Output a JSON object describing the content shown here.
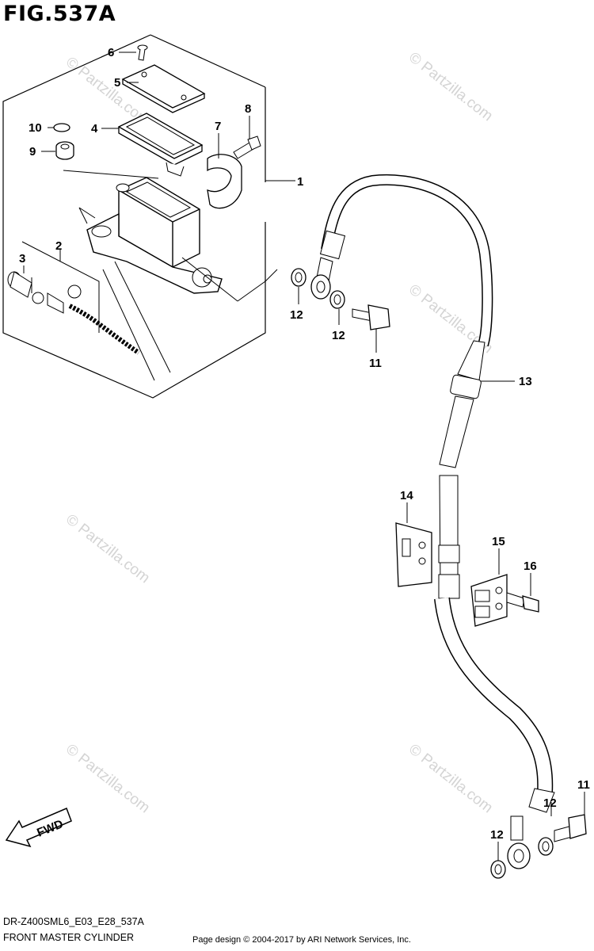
{
  "figure_title": "FIG.537A",
  "part_labels": [
    "1",
    "2",
    "3",
    "4",
    "5",
    "6",
    "7",
    "8",
    "9",
    "10",
    "11",
    "12",
    "12",
    "11",
    "13",
    "14",
    "15",
    "16",
    "11",
    "12",
    "12"
  ],
  "fwd_label": "FWD",
  "watermark": "© Partzilla.com",
  "model_code": "DR-Z400SML6_E03_E28_537A",
  "caption": "FRONT MASTER CYLINDER",
  "footer": "Page design © 2004-2017 by ARI Network Services, Inc."
}
